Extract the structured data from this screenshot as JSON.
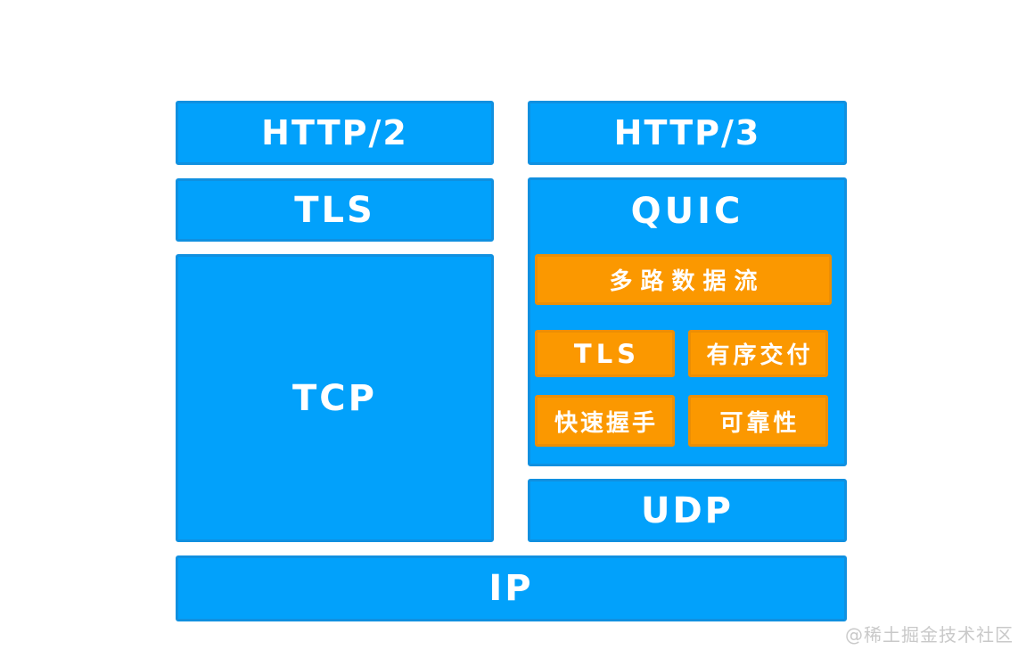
{
  "diagram": {
    "title_implied": "HTTP/2 vs HTTP/3 protocol stack",
    "left_stack": {
      "http2": "HTTP/2",
      "tls": "TLS",
      "tcp": "TCP"
    },
    "right_stack": {
      "http3": "HTTP/3",
      "quic": {
        "label": "QUIC",
        "features": {
          "multiplex": "多路数据流",
          "tls": "TLS",
          "ordered": "有序交付",
          "handshake": "快速握手",
          "reliability": "可靠性"
        }
      },
      "udp": "UDP"
    },
    "ip": "IP"
  },
  "watermark": "@稀土掘金技术社区",
  "colors": {
    "background": "#ffffff",
    "blue_fill": "#02a1fb",
    "blue_border": "#1090e0",
    "orange_fill": "#fb9800",
    "orange_border": "#ec8e04",
    "text": "#ffffff",
    "watermark_text": "#c9c9c9"
  }
}
